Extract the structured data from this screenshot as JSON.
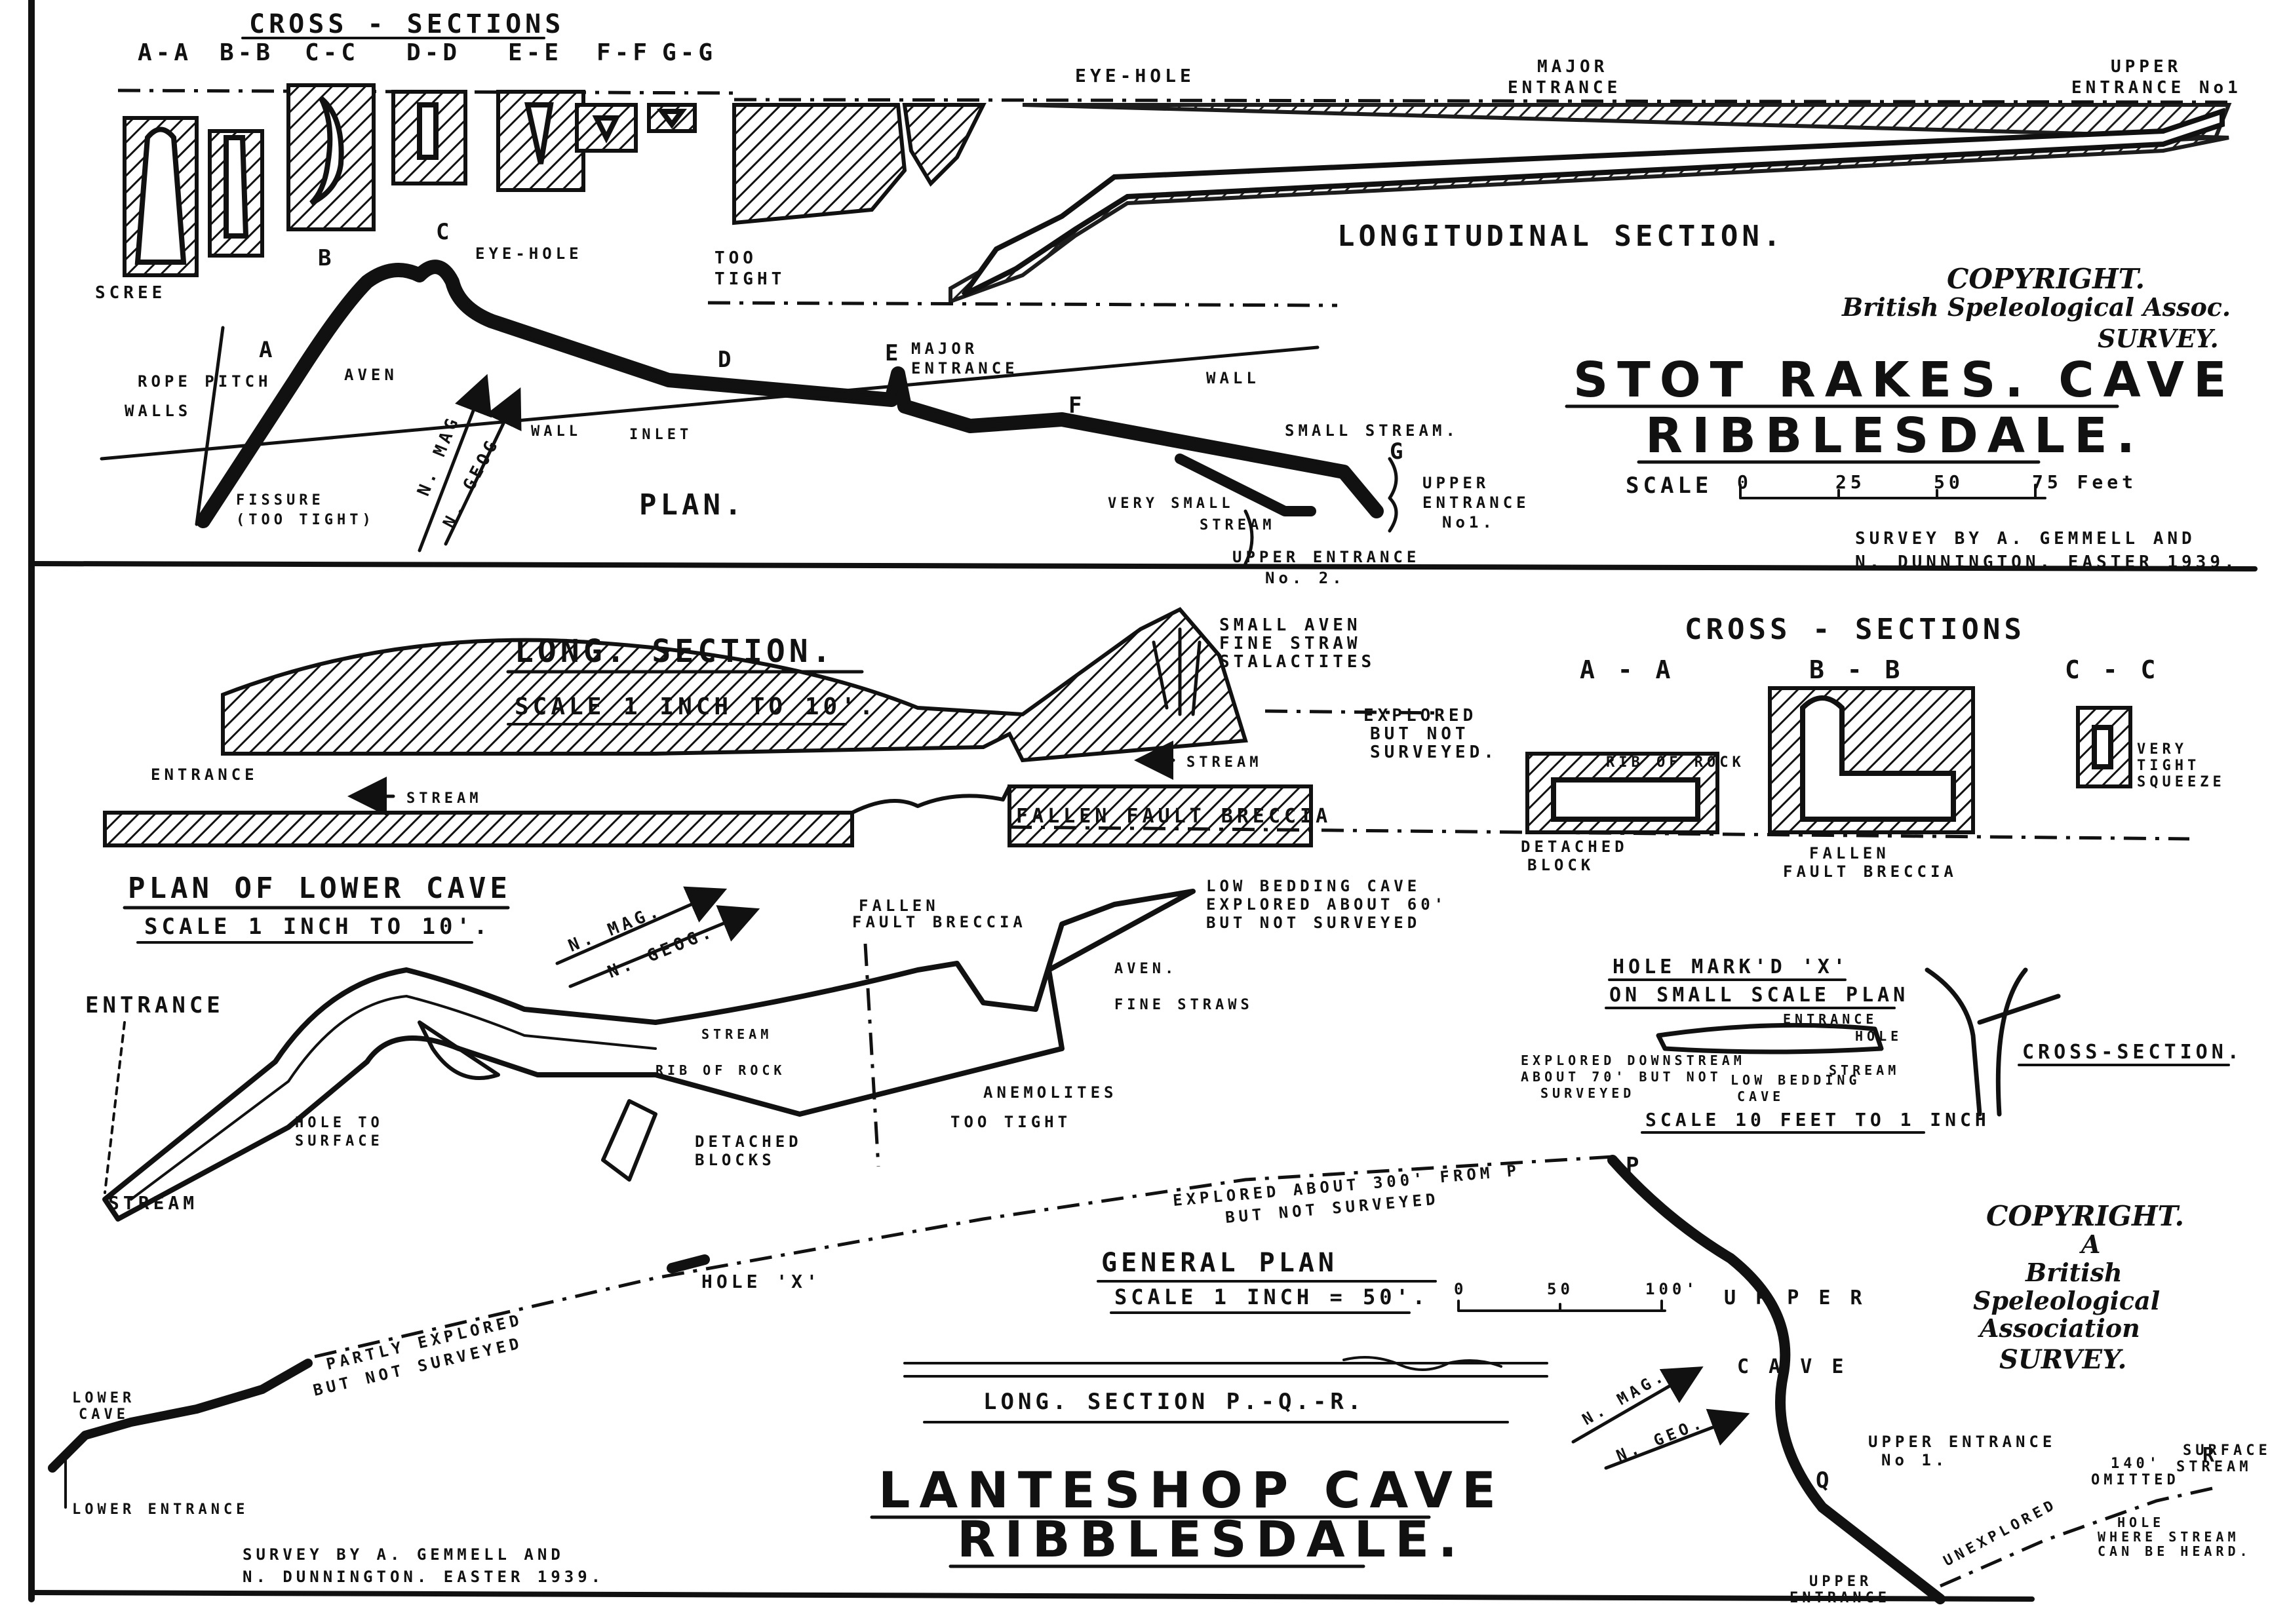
{
  "stot_rakes": {
    "cross_sections_title": "CROSS - SECTIONS",
    "cs_labels": [
      "A-A",
      "B-B",
      "C-C",
      "D-D",
      "E-E",
      "F-F",
      "G-G"
    ],
    "eye_hole_top": "EYE-HOLE",
    "major_entrance_top": [
      "MAJOR",
      "ENTRANCE"
    ],
    "upper_entrance_top": [
      "UPPER",
      "ENTRANCE No1"
    ],
    "too_tight": [
      "TOO",
      "TIGHT"
    ],
    "scree": "SCREE",
    "longitudinal_section": "LONGITUDINAL SECTION.",
    "copyright": [
      "COPYRIGHT.",
      "British Speleological Assoc.",
      "SURVEY."
    ],
    "title": [
      "STOT RAKES. CAVE",
      "RIBBLESDALE."
    ],
    "scale_label": "SCALE",
    "scale_marks": [
      "0",
      "25",
      "50",
      "75 Feet"
    ],
    "survey_credit": [
      "SURVEY BY A. GEMMELL AND",
      "N. DUNNINGTON. EASTER 1939."
    ],
    "plan_labels": {
      "eye_hole": "EYE-HOLE",
      "rope_pitch": "ROPE PITCH",
      "aven": "AVEN",
      "walls": "WALLS",
      "wall_left": "WALL",
      "wall_right": "WALL",
      "inlet": "INLET",
      "major_entrance": [
        "MAJOR",
        "ENTRANCE"
      ],
      "small_stream": "SMALL STREAM.",
      "upper_entrance_1": [
        "UPPER",
        "ENTRANCE",
        "No1."
      ],
      "very_small_stream": [
        "VERY SMALL",
        "STREAM"
      ],
      "upper_entrance_2": [
        "UPPER ENTRANCE",
        "No. 2."
      ],
      "fissure": [
        "FISSURE",
        "(TOO TIGHT)"
      ],
      "n_mag": "N. MAG",
      "n_geog": "N. GEOG",
      "plan": "PLAN."
    },
    "letter_marks": [
      "A",
      "B",
      "C",
      "D",
      "E",
      "F",
      "G"
    ]
  },
  "lanteshop": {
    "long_section": "LONG. SECTION.",
    "long_scale": "SCALE 1 INCH TO 10'.",
    "small_aven": [
      "SMALL AVEN",
      "FINE STRAW",
      "STALACTITES"
    ],
    "explored": [
      "EXPLORED",
      "BUT NOT",
      "SURVEYED."
    ],
    "stream": "STREAM",
    "entrance_ls": "ENTRANCE",
    "fallen_fault_breccia": "FALLEN FAULT BRECCIA",
    "cross_sections": "CROSS - SECTIONS",
    "cs_labels": [
      "A - A",
      "B - B",
      "C - C"
    ],
    "rib_of_rock_cs": "RIB OF ROCK",
    "detached_block": [
      "DETACHED",
      "BLOCK"
    ],
    "fallen_fault_breccia_cs": [
      "FALLEN",
      "FAULT BRECCIA"
    ],
    "very_tight_squeeze": [
      "VERY",
      "TIGHT",
      "SQUEEZE"
    ],
    "plan_lower": "PLAN OF LOWER CAVE",
    "plan_scale": "SCALE 1 INCH TO 10'.",
    "n_mag": "N. MAG.",
    "n_geog": "N. GEOG.",
    "fallen_fault_breccia_plan": [
      "FALLEN",
      "FAULT BRECCIA"
    ],
    "low_bedding": [
      "LOW BEDDING CAVE",
      "EXPLORED ABOUT 60'",
      "BUT NOT SURVEYED"
    ],
    "aven": "AVEN.",
    "fine_straws": "FINE STRAWS",
    "entrance_plan": "ENTRANCE",
    "stream_plan": "STREAM",
    "hole_to_surface": [
      "HOLE TO",
      "SURFACE"
    ],
    "rib_of_rock": "RIB OF ROCK",
    "detached_blocks": [
      "DETACHED",
      "BLOCKS"
    ],
    "anemolites": "ANEMOLITES",
    "too_tight": "TOO TIGHT",
    "stream_inner": "STREAM",
    "hole_x": [
      "HOLE MARK'D 'X'",
      "ON SMALL SCALE PLAN"
    ],
    "entrance_hole": [
      "ENTRANCE",
      "HOLE"
    ],
    "explored_downstream": [
      "EXPLORED DOWNSTREAM",
      "ABOUT 70' BUT NOT",
      "SURVEYED"
    ],
    "stream_hx": "STREAM",
    "low_bedding_cave": [
      "LOW BEDDING",
      "CAVE"
    ],
    "scale_hx": "SCALE 10 FEET TO 1 INCH",
    "cross_section": "CROSS-SECTION.",
    "explored_300": [
      "EXPLORED ABOUT 300' FROM P",
      "BUT NOT SURVEYED"
    ],
    "hole_x_label": "HOLE 'X'",
    "partly_explored": [
      "PARTLY EXPLORED",
      "BUT NOT SURVEYED"
    ],
    "lower_cave": [
      "LOWER",
      "CAVE"
    ],
    "lower_entrance": "LOWER ENTRANCE",
    "general_plan": "GENERAL PLAN",
    "general_scale": "SCALE 1 INCH = 50'.",
    "gp_scale_marks": [
      "0",
      "50",
      "100'"
    ],
    "long_section_pqr": "LONG. SECTION P.-Q.-R.",
    "title": [
      "LANTESHOP CAVE",
      "RIBBLESDALE."
    ],
    "survey_credit": [
      "SURVEY BY A. GEMMELL AND",
      "N. DUNNINGTON. EASTER 1939."
    ],
    "copyright": [
      "COPYRIGHT.",
      "A",
      "British",
      "Speleological",
      "Association",
      "SURVEY."
    ],
    "upper_cave": [
      "U P P E R",
      "C A V E"
    ],
    "points": [
      "P",
      "Q",
      "R"
    ],
    "upper_entrance_1": [
      "UPPER ENTRANCE",
      "No 1."
    ],
    "omitted": [
      "140'",
      "OMITTED"
    ],
    "surface_stream": [
      "SURFACE",
      "STREAM"
    ],
    "hole_stream": [
      "HOLE",
      "WHERE STREAM",
      "CAN BE HEARD."
    ],
    "unexplored": "UNEXPLORED",
    "upper_entrance_2": [
      "UPPER",
      "ENTRANCE"
    ],
    "gp_n_mag": "N. MAG.",
    "gp_n_geo": "N. GEO."
  }
}
